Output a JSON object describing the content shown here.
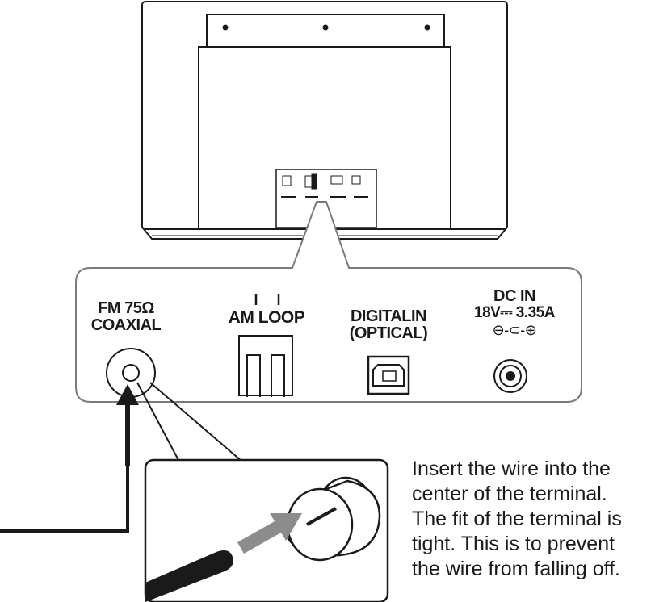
{
  "panel": {
    "fm_label_line1": "FM 75Ω",
    "fm_label_line2": "COAXIAL",
    "am_label": "AM LOOP",
    "digital_label_line1": "DIGITALIN",
    "digital_label_line2": "(OPTICAL)",
    "dc_label_line1": "DC IN",
    "dc_label_line2": "18V⎓ 3.35A",
    "polarity_symbol": "⊖-⊂-⊕"
  },
  "instruction": {
    "line1": "Insert the wire into the",
    "line2": "center of the terminal.",
    "line3": "The fit of the terminal is",
    "line4": "tight. This is to prevent",
    "line5": "the wire from falling off."
  },
  "colors": {
    "outline": "#1a1a1a",
    "arrow_gray": "#8c8c8c",
    "panel_stroke": "#7a7a7a"
  }
}
